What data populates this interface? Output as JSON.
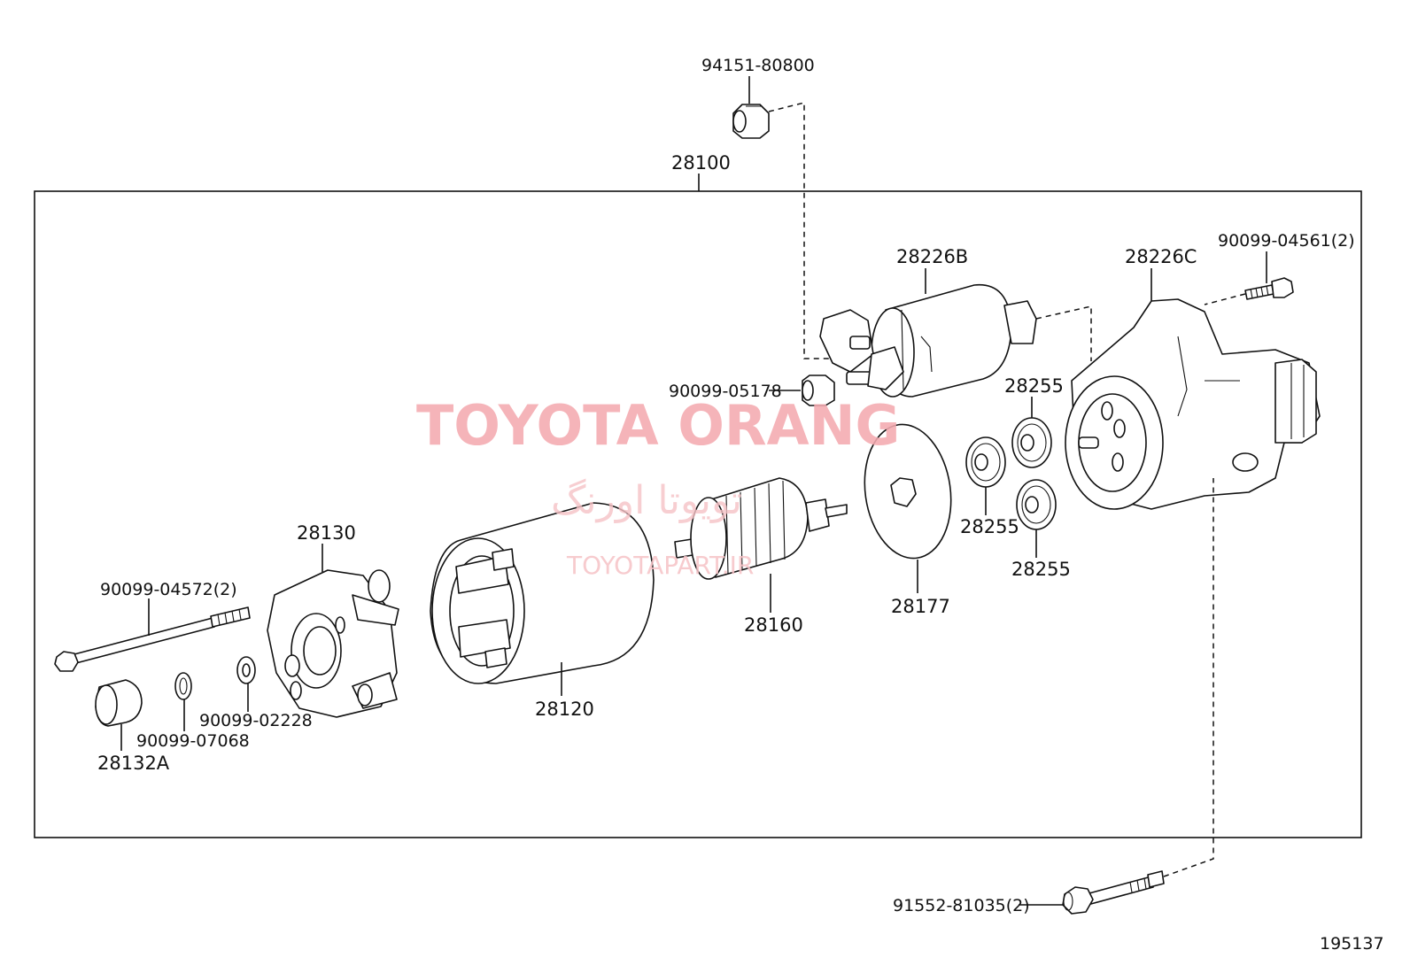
{
  "diagram": {
    "assembly_label": "28100",
    "figure_number": "195137",
    "parts": {
      "nut_94151": "94151-80800",
      "solenoid": "28226B",
      "housing": "28226C",
      "screw_04561": "90099-04561(2)",
      "nut_05178": "90099-05178",
      "gear_top": "28255",
      "gear_left": "28255",
      "gear_bottom": "28255",
      "cover_plate": "28177",
      "armature": "28160",
      "yoke": "28120",
      "end_frame": "28130",
      "through_bolt": "90099-04572(2)",
      "washer_02228": "90099-02228",
      "clip_07068": "90099-07068",
      "cap": "28132A",
      "bolt_91552": "91552-81035(2)"
    }
  },
  "watermark": {
    "main": "TOYOTA ORANG",
    "farsi": "تویوتا اورنگ",
    "sub": "TOYOTAPART.IR"
  }
}
